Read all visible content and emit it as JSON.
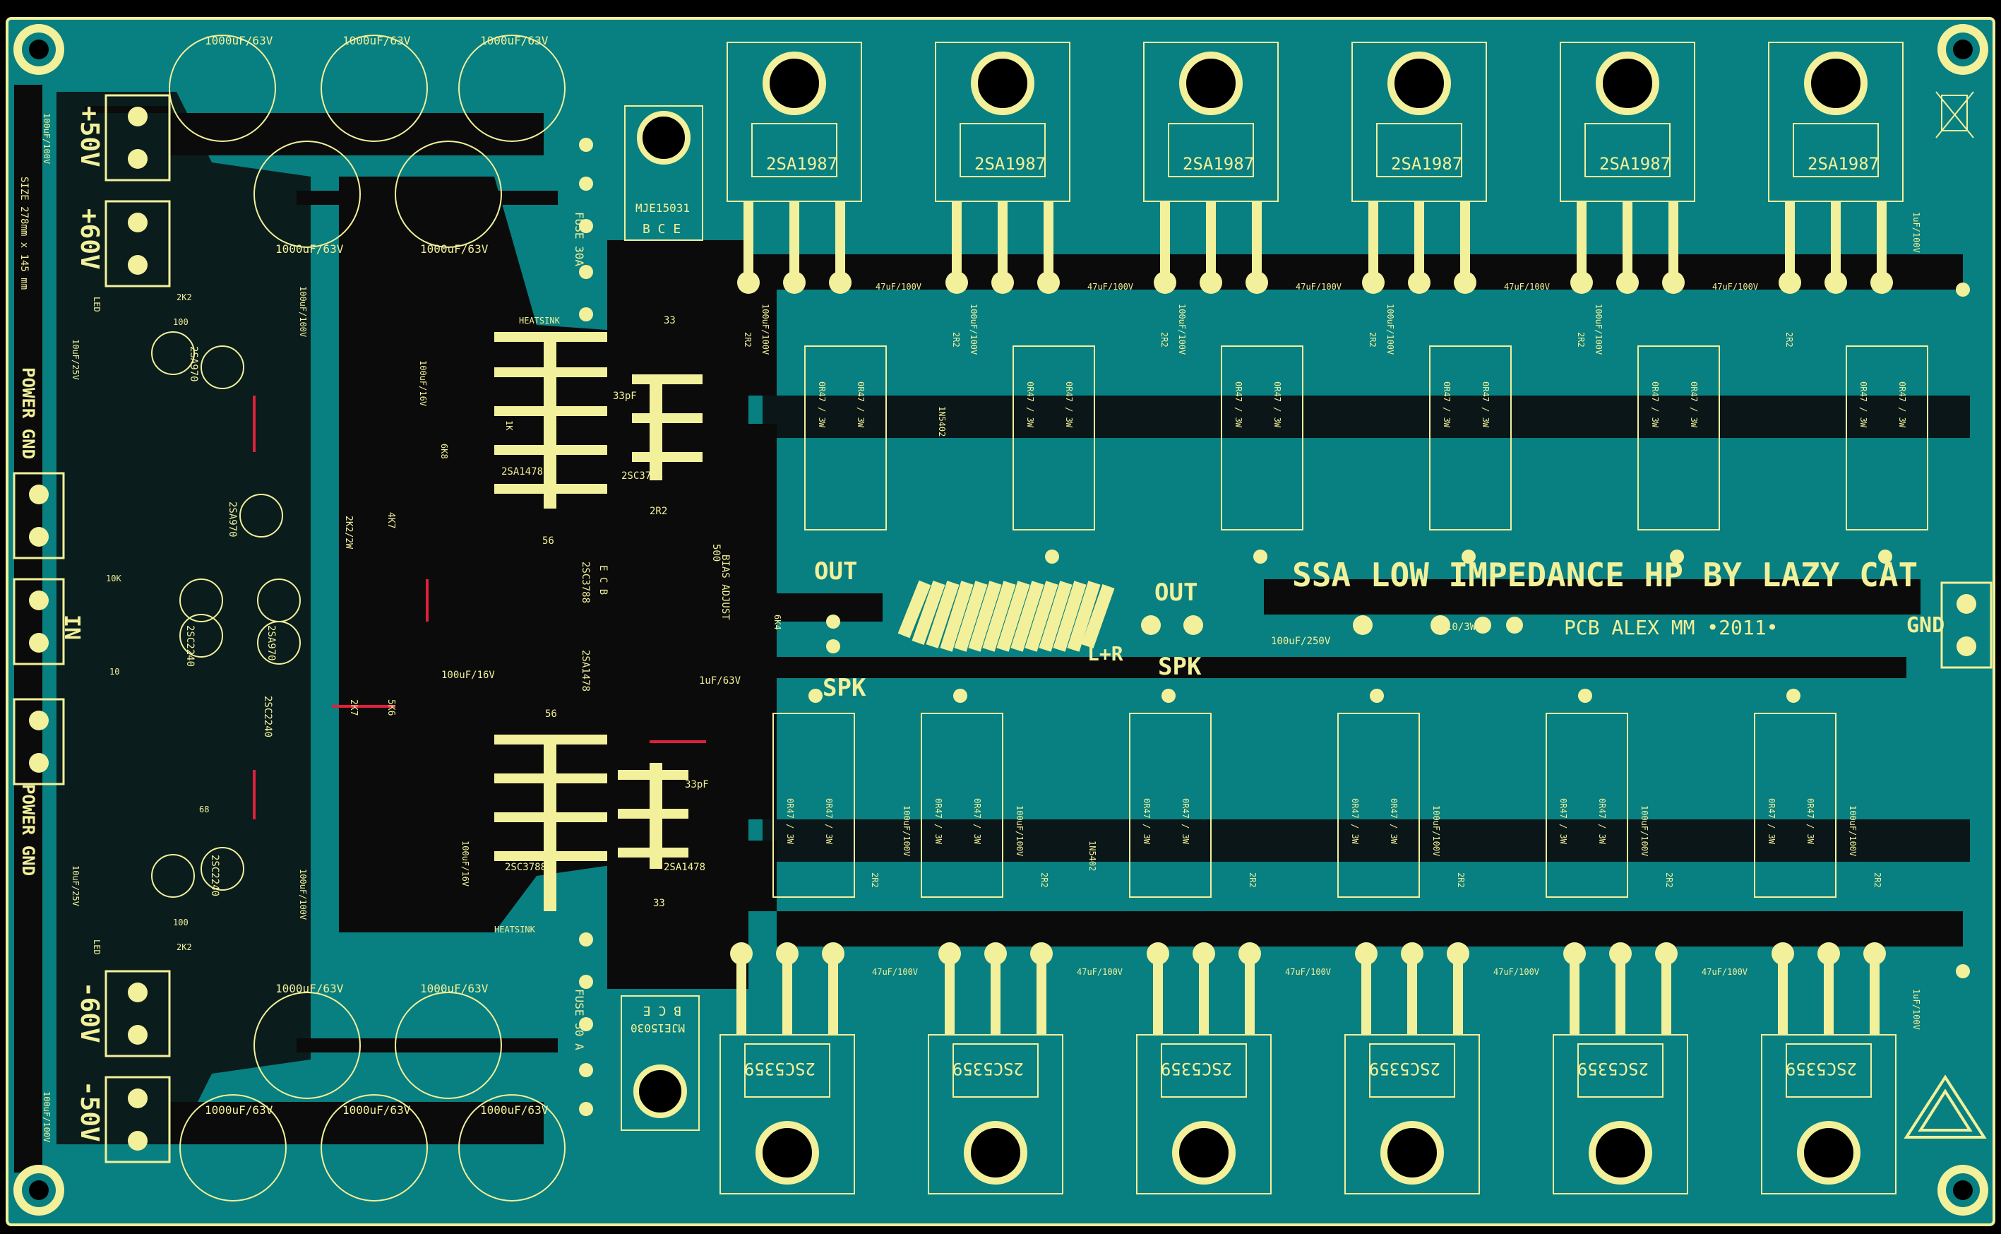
{
  "board": {
    "colors": {
      "background": "#000000",
      "copper": "#087f80",
      "silk": "#f2f09a",
      "trace": "#0b0b0b",
      "jumper": "#e0203a"
    },
    "title": "SSA LOW IMPEDANCE HP BY LAZY CAT",
    "credit": "PCB ALEX MM •2011•",
    "size_note": "SIZE 278mm x 145 mm"
  },
  "power": {
    "plus50": "+50V",
    "plus60": "+60V",
    "minus60": "-60V",
    "minus50": "-50V",
    "power_gnd": "POWER GND",
    "in": "IN",
    "gnd": "GND",
    "out": "OUT",
    "out2": "OUT",
    "spk": "SPK",
    "spk2": "SPK",
    "lr": "L+R"
  },
  "caps": {
    "bulk": "1000uF/63V",
    "small100": "100uF/100V",
    "c47": "47uF/100V",
    "c1uF100": "1uF/100V",
    "c1uF63": "1uF/63V",
    "c100_16": "100uF/16V",
    "c100_250": "100uF/250V",
    "c10_25": "10uF/25V",
    "c33p": "33pF"
  },
  "parts": {
    "top_transistor": "2SA1987",
    "bottom_transistor": "2SC5359",
    "mje_top": "MJE15031",
    "mje_bottom": "MJE15030",
    "bce": "B C E",
    "ecb": "E C B",
    "sa1478": "2SA1478",
    "sc3788": "2SC3788",
    "sa970": "2SA970",
    "sc2240": "2SC2240",
    "emitter_res": "0R47 / 3W",
    "r2r2": "2R2",
    "r10_3w": "10/3W",
    "r33": "33",
    "diode": "1N5402",
    "heatsink": "HEATSINK",
    "bias": "BIAS ADJUST",
    "r500": "500",
    "fuse_top": "FUSE 30A",
    "fuse_bottom": "FUSE 30 A",
    "led": "LED",
    "r100": "100",
    "r2k2": "2K2",
    "r10k": "10K",
    "r10": "10",
    "r56": "56",
    "r68": "68",
    "r1k": "1K",
    "r2k2w": "2K2/2W",
    "r4k7": "4K7",
    "r2k7": "2K7",
    "r5k6": "5K6",
    "r6k8": "6K8",
    "r6k4": "6K4"
  }
}
